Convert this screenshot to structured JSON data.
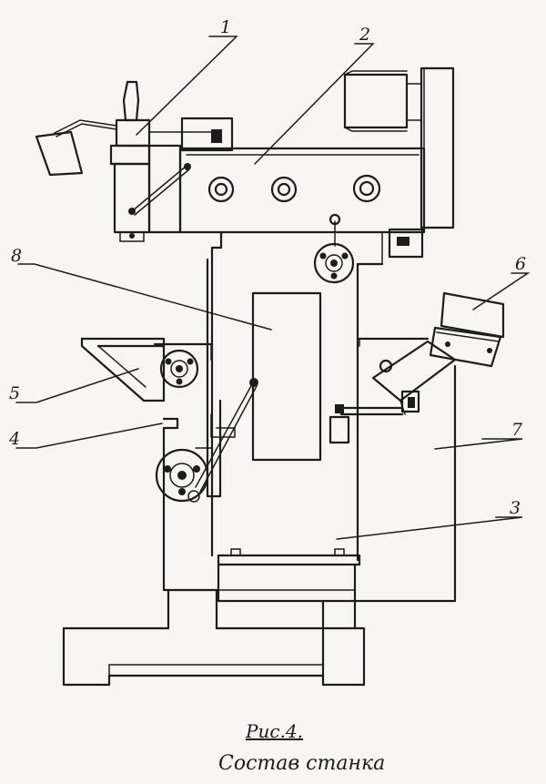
{
  "figure": {
    "callouts": [
      {
        "id": "1",
        "label": "1"
      },
      {
        "id": "2",
        "label": "2"
      },
      {
        "id": "3",
        "label": "3"
      },
      {
        "id": "4",
        "label": "4"
      },
      {
        "id": "5",
        "label": "5"
      },
      {
        "id": "6",
        "label": "6"
      },
      {
        "id": "7",
        "label": "7"
      },
      {
        "id": "8",
        "label": "8"
      }
    ],
    "caption": {
      "line1": "Рис.4.",
      "line2": "Состав станка"
    },
    "ink_color": "#1c1c1c",
    "paper_color": "#f7f6f2"
  }
}
